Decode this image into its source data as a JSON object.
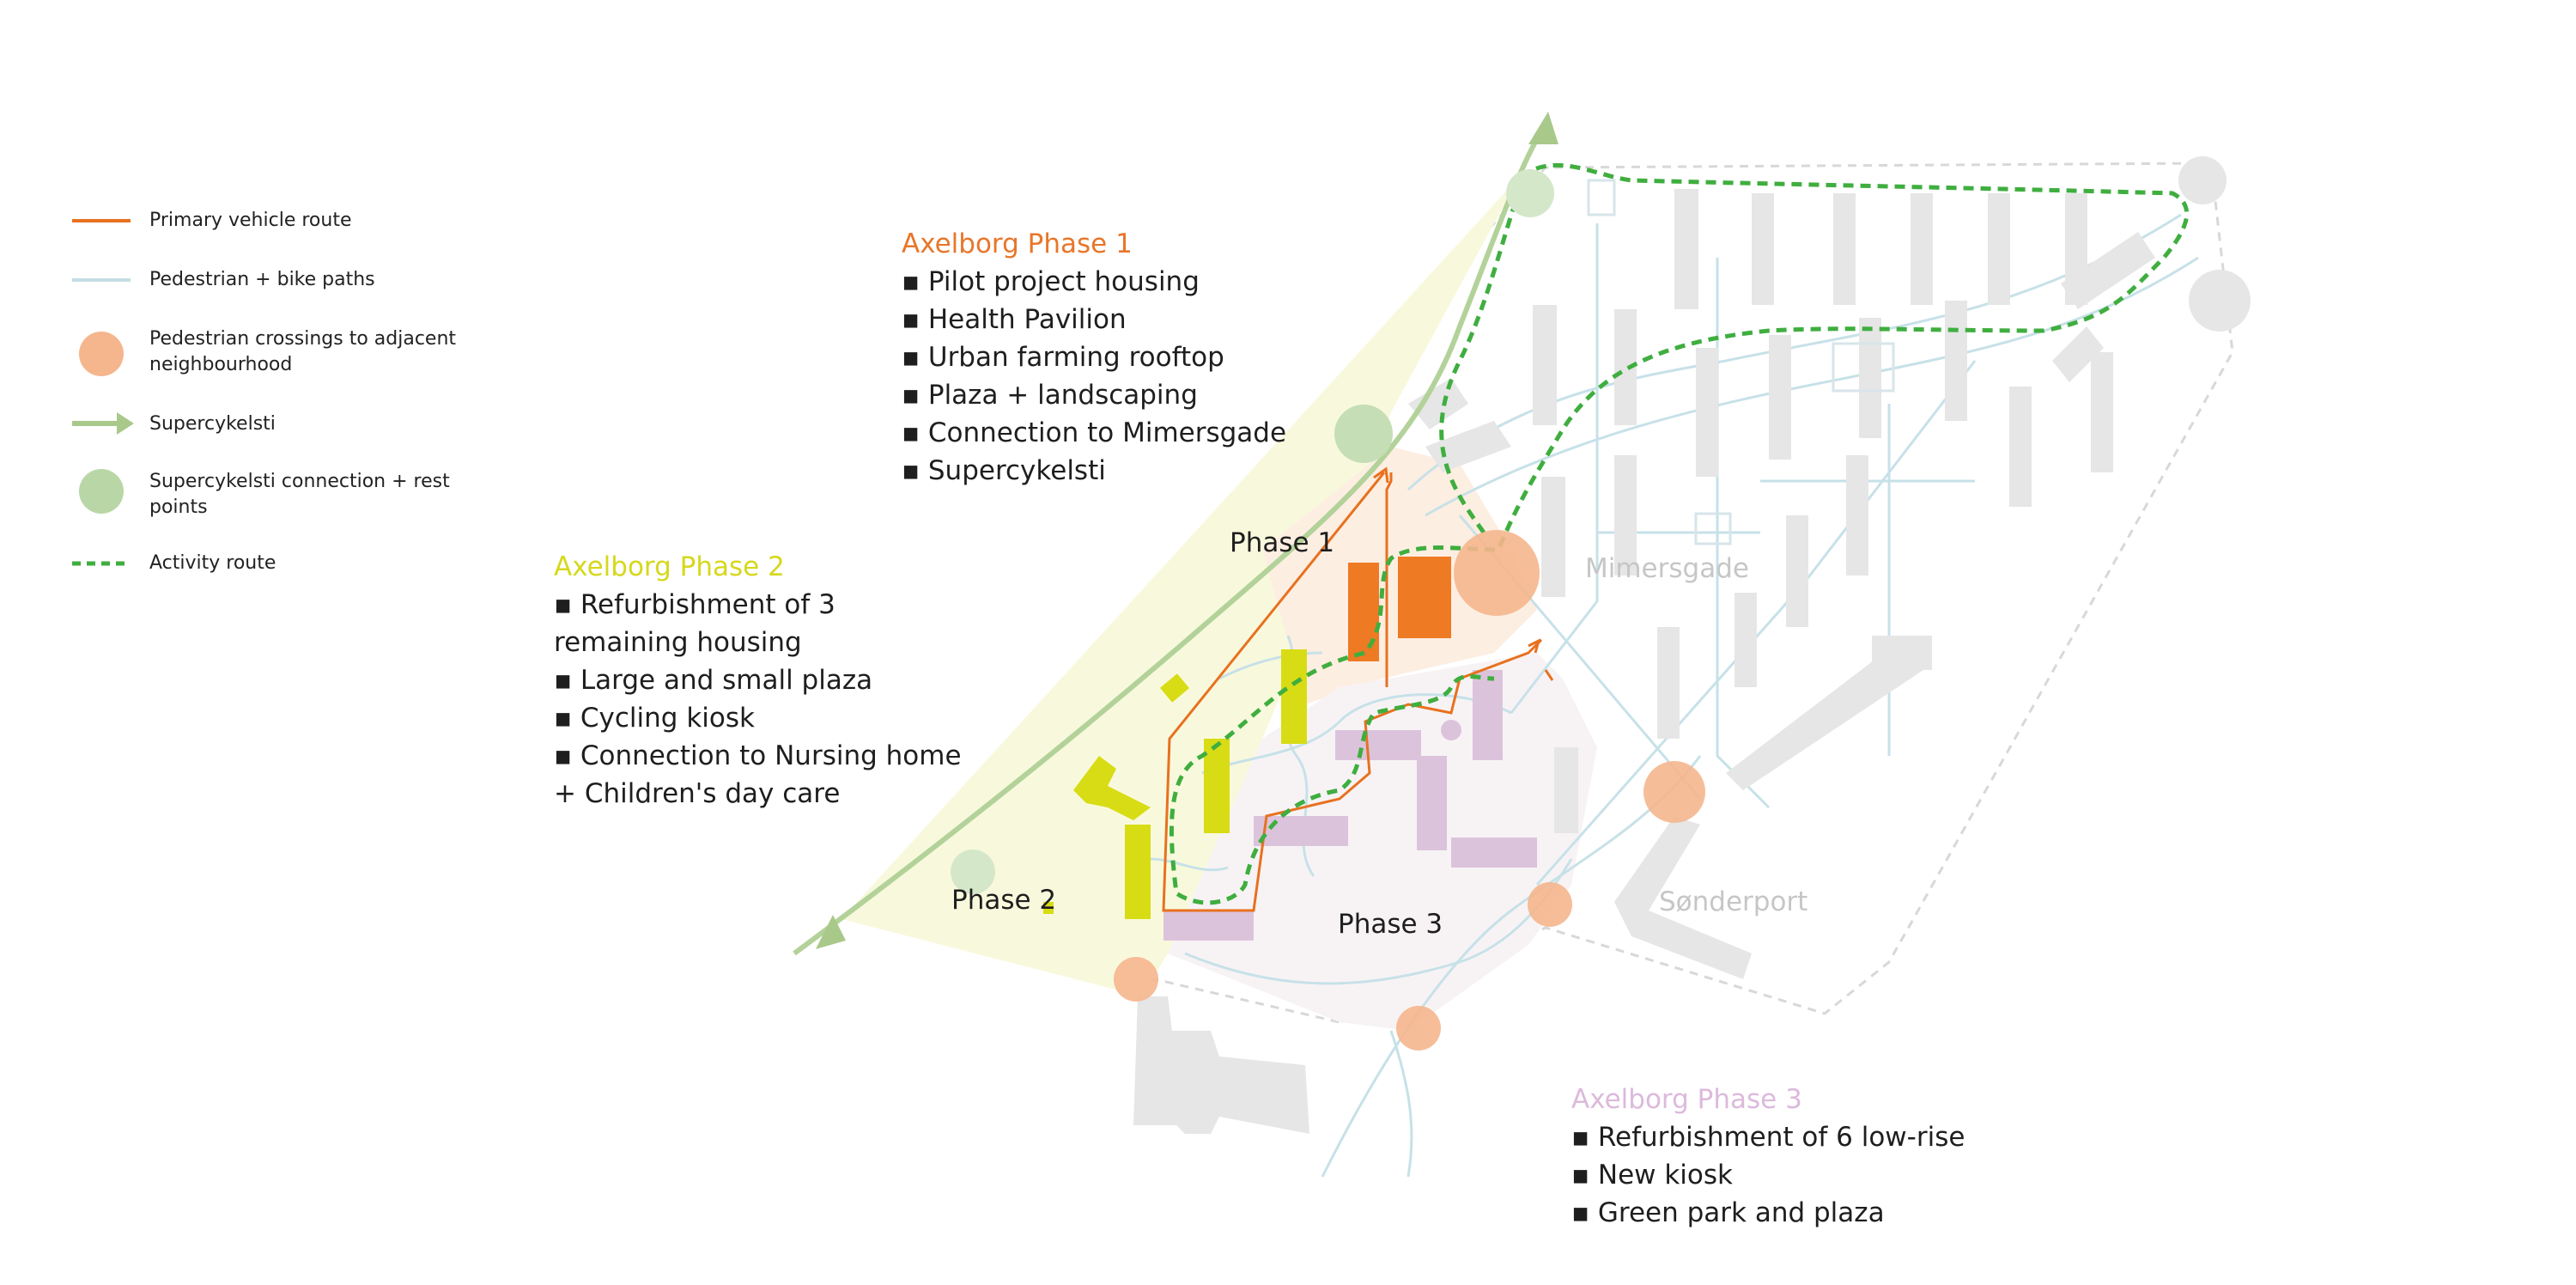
{
  "legend": {
    "items": [
      {
        "label": "Primary vehicle route",
        "icon": "orange-line-icon",
        "color": "#e8711f"
      },
      {
        "label": "Pedestrian + bike paths",
        "icon": "light-blue-line-icon",
        "color": "#c3dde5"
      },
      {
        "label": "Pedestrian crossings to adjacent neighbourhood",
        "icon": "orange-circle-icon",
        "color": "#f5b68e"
      },
      {
        "label": "Supercykelsti",
        "icon": "green-arrow-icon",
        "color": "#a9c98b"
      },
      {
        "label": "Supercykelsti connection + rest points",
        "icon": "green-circle-icon",
        "color": "#b9d7a6"
      },
      {
        "label": "Activity route",
        "icon": "green-dashed-line-icon",
        "color": "#3fae3f"
      }
    ]
  },
  "phases": {
    "phase1": {
      "title": "Axelborg Phase 1",
      "color": "#e8762a",
      "items": [
        "Pilot project housing",
        "Health Pavilion",
        "Urban farming rooftop",
        "Plaza + landscaping",
        "Connection to Mimersgade",
        "Supercykelsti"
      ]
    },
    "phase2": {
      "title": "Axelborg Phase 2",
      "color": "#d6d81c",
      "items": [
        "Refurbishment of 3 remaining housing",
        "Large and small plaza",
        "Cycling kiosk",
        "Connection to Nursing home + Children's day care"
      ]
    },
    "phase3": {
      "title": "Axelborg Phase 3",
      "color": "#d9b7d9",
      "items": [
        "Refurbishment of 6 low-rise",
        "New kiosk",
        "Green park and plaza"
      ]
    }
  },
  "map_labels": {
    "phase1": "Phase 1",
    "phase2": "Phase 2",
    "phase3": "Phase 3",
    "mimersgade": "Mimersgade",
    "sonderport": "Sønderport"
  },
  "colors": {
    "building_grey": "#e6e6e6",
    "phase1_building": "#ee7a24",
    "phase2_building": "#d8dc14",
    "phase3_building": "#dcc3dc",
    "phase1_area": "#fdeee2",
    "phase2_area": "#f8f9dc",
    "phase3_area": "#f7f3f5"
  }
}
